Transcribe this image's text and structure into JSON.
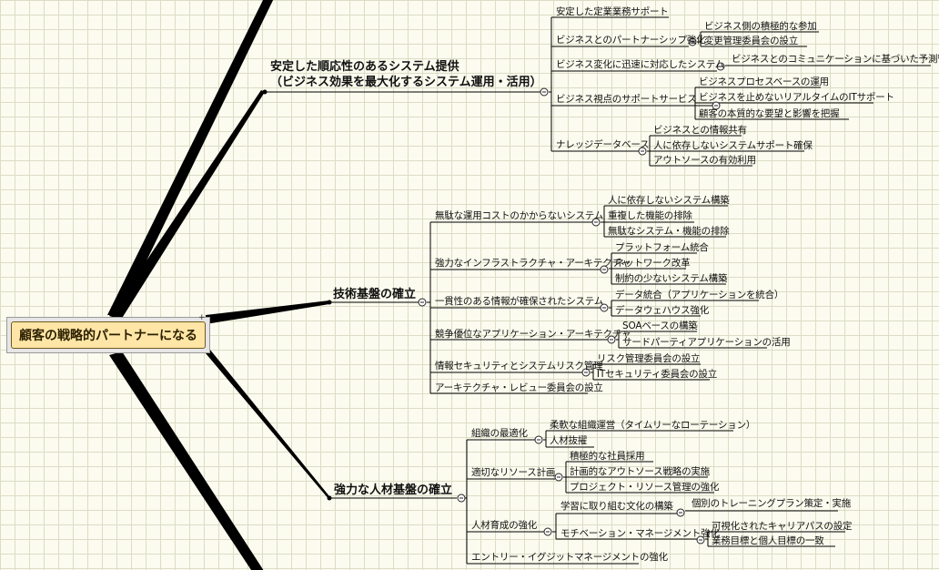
{
  "central": {
    "label": "顧客の戦略的パートナーになる",
    "plus": "+"
  },
  "branches": {
    "b1": {
      "title1": "安定した順応性のあるシステム提供",
      "title2": "（ビジネス効果を最大化するシステム運用・活用）",
      "s1": "安定した定業業務サポート",
      "s2": "ビジネスとのパートナーシップ強化",
      "s2_1": "ビジネス側の積極的な参加",
      "s2_2": "変更管理委員会の設立",
      "s3": "ビジネス変化に迅速に対応したシステム",
      "s3_1": "ビジネスとのコミュニケーションに基づいた予測管理",
      "s4": "ビジネス視点のサポートサービス",
      "s4_1": "ビジネスプロセスベースの運用",
      "s4_2": "ビジネスを止めないリアルタイムのITサポート",
      "s4_3": "顧客の本質的な要望と影響を把握",
      "s5": "ナレッジデータベース",
      "s5_1": "ビジネスとの情報共有",
      "s5_2": "人に依存しないシステムサポート確保",
      "s5_3": "アウトソースの有効利用"
    },
    "b2": {
      "title": "技術基盤の確立",
      "s1": "無駄な運用コストのかからないシステム",
      "s1_1": "人に依存しないシステム構築",
      "s1_2": "重複した機能の排除",
      "s1_3": "無駄なシステム・機能の排除",
      "s2": "強力なインフラストラクチャ・アーキテクチャ",
      "s2_1": "プラットフォーム統合",
      "s2_2": "ネットワーク改革",
      "s2_3": "制約の少ないシステム構築",
      "s3": "一貫性のある情報が確保されたシステム",
      "s3_1": "データ統合（アプリケーションを統合）",
      "s3_2": "データウェハウス強化",
      "s4": "競争優位なアプリケーション・アーキテクチャ",
      "s4_1": "SOAベースの構築",
      "s4_2": "サードパーティアプリケーションの活用",
      "s5": "情報セキュリティとシステムリスク管理",
      "s5_1": "リスク管理委員会の設立",
      "s5_2": "ITセキュリティ委員会の設立",
      "s6": "アーキテクチャ・レビュー委員会の設立"
    },
    "b3": {
      "title": "強力な人材基盤の確立",
      "s1": "組織の最適化",
      "s1_1": "柔軟な組織運営（タイムリーなローテーション）",
      "s1_2": "人材抜擢",
      "s2": "適切なリソース計画",
      "s2_1": "積極的な社員採用",
      "s2_2": "計画的なアウトソース戦略の実施",
      "s2_3": "プロジェクト・リソース管理の強化",
      "s3": "人材育成の強化",
      "s3_1": "学習に取り組む文化の構築",
      "s3_1_1": "個別のトレーニングプラン策定・実施",
      "s3_2": "モチベーション・マネージメント強化",
      "s3_2_1": "可視化されたキャリアパスの設定",
      "s3_2_2": "業務目標と個人目標の一致",
      "s4": "エントリー・イグジットマネージメントの強化"
    }
  }
}
